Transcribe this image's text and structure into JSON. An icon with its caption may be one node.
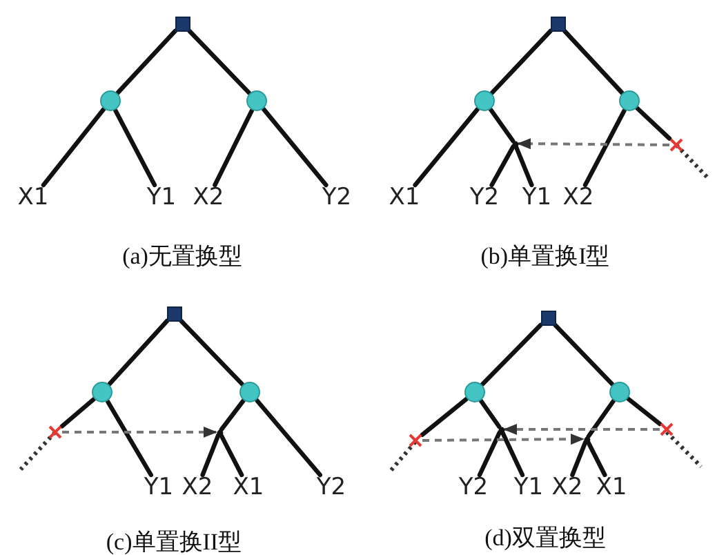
{
  "diagram": {
    "nodes": [
      {
        "text": [],
        "shape": "box"
      },
      {
        "text": [],
        "shape": "circle"
      },
      {
        "text": [],
        "shape": "circle"
      },
      {
        "text": [
          "X1"
        ]
      },
      {
        "text": [
          "Y1"
        ]
      },
      {
        "text": [
          "X2"
        ]
      },
      {
        "text": [
          "Y2"
        ]
      },
      {
        "text": [],
        "shape": "box"
      },
      {
        "text": [],
        "shape": "circle"
      },
      {
        "text": [],
        "shape": "circle"
      },
      {
        "text": [],
        "shape": "cross"
      },
      {
        "text": [
          "X1"
        ]
      },
      {
        "text": [
          "Y2"
        ]
      },
      {
        "text": [
          "Y1"
        ]
      },
      {
        "text": [
          "X2"
        ]
      },
      {
        "text": [],
        "shape": "box"
      },
      {
        "text": [],
        "shape": "circle"
      },
      {
        "text": [],
        "shape": "circle"
      },
      {
        "text": [],
        "shape": "cross"
      },
      {
        "text": [
          "Y1"
        ]
      },
      {
        "text": [
          "X2"
        ]
      },
      {
        "text": [
          "X1"
        ]
      },
      {
        "text": [
          "Y2"
        ]
      },
      {
        "text": [],
        "shape": "box"
      },
      {
        "text": [],
        "shape": "circle"
      },
      {
        "text": [],
        "shape": "circle"
      },
      {
        "text": [],
        "shape": "cross"
      },
      {
        "text": [],
        "shape": "cross"
      },
      {
        "text": [
          "Y2"
        ]
      },
      {
        "text": [
          "Y1"
        ]
      },
      {
        "text": [
          "X2"
        ]
      },
      {
        "text": [
          "X1"
        ]
      },
      {
        "text": [],
        "shape": "point"
      },
      {
        "text": [],
        "shape": "point"
      },
      {
        "text": [],
        "shape": "point"
      },
      {
        "text": [],
        "shape": "point"
      }
    ],
    "edges": [
      {
        "from": 0,
        "to": 1,
        "arrow": "none"
      },
      {
        "from": 0,
        "to": 2,
        "arrow": "none"
      },
      {
        "from": 1,
        "to": 3,
        "arrow": "none"
      },
      {
        "from": 1,
        "to": 4,
        "arrow": "none"
      },
      {
        "from": 2,
        "to": 5,
        "arrow": "none"
      },
      {
        "from": 2,
        "to": 6,
        "arrow": "none"
      },
      {
        "from": 7,
        "to": 8,
        "arrow": "none"
      },
      {
        "from": 7,
        "to": 9,
        "arrow": "none"
      },
      {
        "from": 8,
        "to": 11,
        "arrow": "none"
      },
      {
        "from": 8,
        "to": 32,
        "arrow": "none"
      },
      {
        "from": 32,
        "to": 12,
        "arrow": "none"
      },
      {
        "from": 32,
        "to": 13,
        "arrow": "none"
      },
      {
        "from": 9,
        "to": 14,
        "arrow": "none"
      },
      {
        "from": 9,
        "to": 10,
        "arrow": "none"
      },
      {
        "from": 10,
        "to": 32,
        "arrow": "to",
        "style": "dashed",
        "color": "#777777"
      },
      {
        "from": 15,
        "to": 16,
        "arrow": "none"
      },
      {
        "from": 15,
        "to": 17,
        "arrow": "none"
      },
      {
        "from": 16,
        "to": 18,
        "arrow": "none"
      },
      {
        "from": 16,
        "to": 19,
        "arrow": "none"
      },
      {
        "from": 17,
        "to": 33,
        "arrow": "none"
      },
      {
        "from": 33,
        "to": 20,
        "arrow": "none"
      },
      {
        "from": 33,
        "to": 21,
        "arrow": "none"
      },
      {
        "from": 17,
        "to": 22,
        "arrow": "none"
      },
      {
        "from": 18,
        "to": 33,
        "arrow": "to",
        "style": "dashed",
        "color": "#777777"
      },
      {
        "from": 23,
        "to": 24,
        "arrow": "none"
      },
      {
        "from": 23,
        "to": 25,
        "arrow": "none"
      },
      {
        "from": 24,
        "to": 26,
        "arrow": "none"
      },
      {
        "from": 24,
        "to": 34,
        "arrow": "none"
      },
      {
        "from": 34,
        "to": 28,
        "arrow": "none"
      },
      {
        "from": 34,
        "to": 29,
        "arrow": "none"
      },
      {
        "from": 25,
        "to": 35,
        "arrow": "none"
      },
      {
        "from": 35,
        "to": 30,
        "arrow": "none"
      },
      {
        "from": 35,
        "to": 31,
        "arrow": "none"
      },
      {
        "from": 25,
        "to": 27,
        "arrow": "none"
      },
      {
        "from": 26,
        "to": 35,
        "arrow": "to",
        "style": "dashed",
        "color": "#777777"
      },
      {
        "from": 27,
        "to": 34,
        "arrow": "to",
        "style": "dashed",
        "color": "#777777"
      }
    ],
    "labels": [
      "(a)无置换型",
      "(b)单置换I型",
      "(c)单置换II型",
      "(d)双置换型"
    ]
  }
}
